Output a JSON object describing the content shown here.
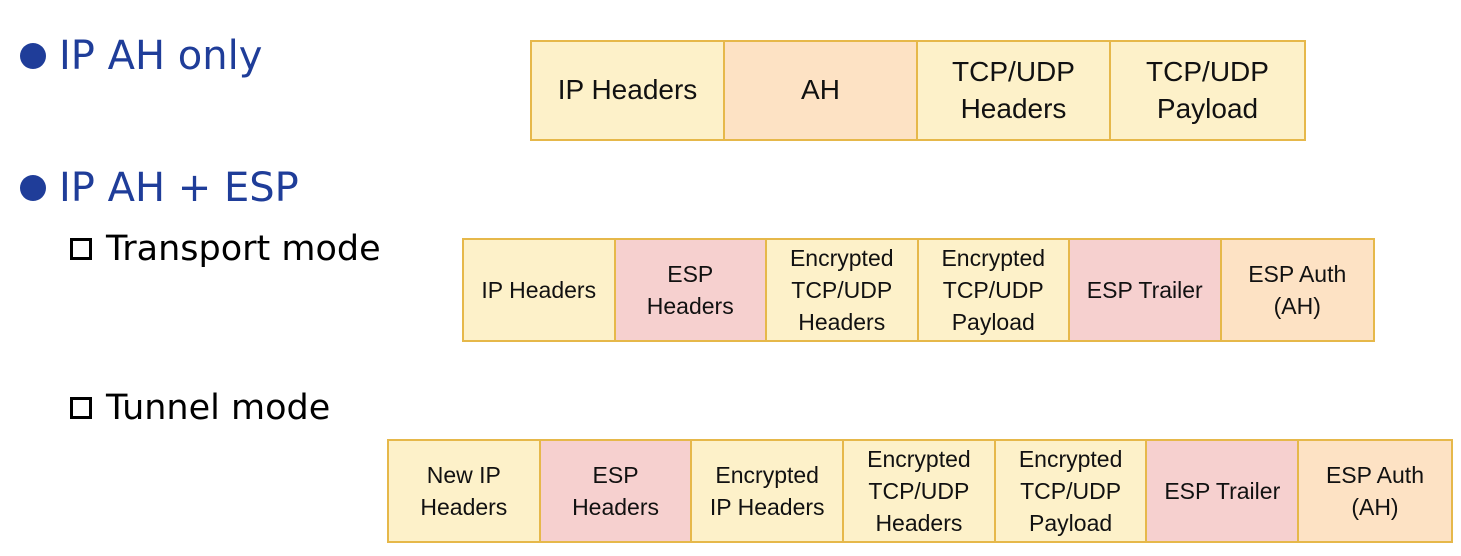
{
  "bullets": {
    "ah_only": "IP AH only",
    "ah_esp": "IP AH + ESP"
  },
  "subitems": {
    "transport": "Transport mode",
    "tunnel": "Tunnel mode"
  },
  "colors": {
    "bullet_text": "#1f3d99",
    "header_fill": "#fdf1c9",
    "ah_fill": "#fde2c4",
    "esp_fill": "#f6d0cf",
    "border": "#e6b84a"
  },
  "packets": {
    "ah_only": [
      {
        "label": "IP Headers",
        "kind": "ip"
      },
      {
        "label": "AH",
        "kind": "ah"
      },
      {
        "label": "TCP/UDP\nHeaders",
        "kind": "ip"
      },
      {
        "label": "TCP/UDP\nPayload",
        "kind": "ip"
      }
    ],
    "transport": [
      {
        "label": "IP Headers",
        "kind": "ip"
      },
      {
        "label": "ESP\nHeaders",
        "kind": "esp"
      },
      {
        "label": "Encrypted\nTCP/UDP\nHeaders",
        "kind": "ip"
      },
      {
        "label": "Encrypted\nTCP/UDP\nPayload",
        "kind": "ip"
      },
      {
        "label": "ESP Trailer",
        "kind": "esp"
      },
      {
        "label": "ESP Auth\n(AH)",
        "kind": "ah"
      }
    ],
    "tunnel": [
      {
        "label": "New IP\nHeaders",
        "kind": "ip"
      },
      {
        "label": "ESP\nHeaders",
        "kind": "esp"
      },
      {
        "label": "Encrypted\nIP Headers",
        "kind": "ip"
      },
      {
        "label": "Encrypted\nTCP/UDP\nHeaders",
        "kind": "ip"
      },
      {
        "label": "Encrypted\nTCP/UDP\nPayload",
        "kind": "ip"
      },
      {
        "label": "ESP Trailer",
        "kind": "esp"
      },
      {
        "label": "ESP Auth\n(AH)",
        "kind": "ah"
      }
    ]
  }
}
